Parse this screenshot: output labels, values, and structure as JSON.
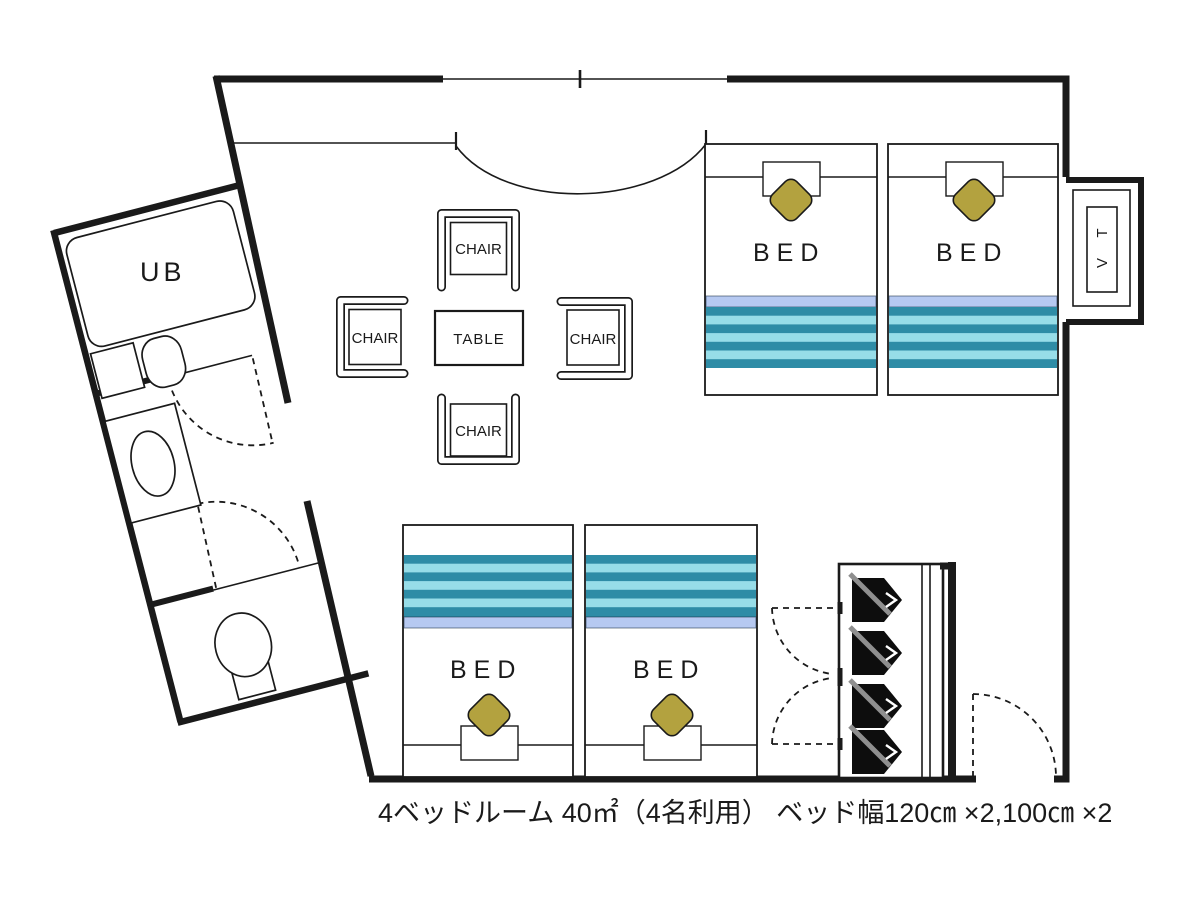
{
  "plan": {
    "caption": "4ベッドルーム 40㎡（4名利用） ベッド幅120㎝ ×2,100㎝ ×2",
    "labels": {
      "bed": "BED",
      "chair": "CHAIR",
      "table": "TABLE",
      "unit_bath": "UB",
      "tv_letters": [
        "T",
        "V"
      ]
    },
    "colors": {
      "wall": "#1a1a1a",
      "blanket_dark": "#2e8ca6",
      "blanket_light": "#97dde8",
      "blanket_trim": "#b6c9f1",
      "pillow_accent": "#b3a23f",
      "hanger": "#0d0d0d"
    }
  }
}
